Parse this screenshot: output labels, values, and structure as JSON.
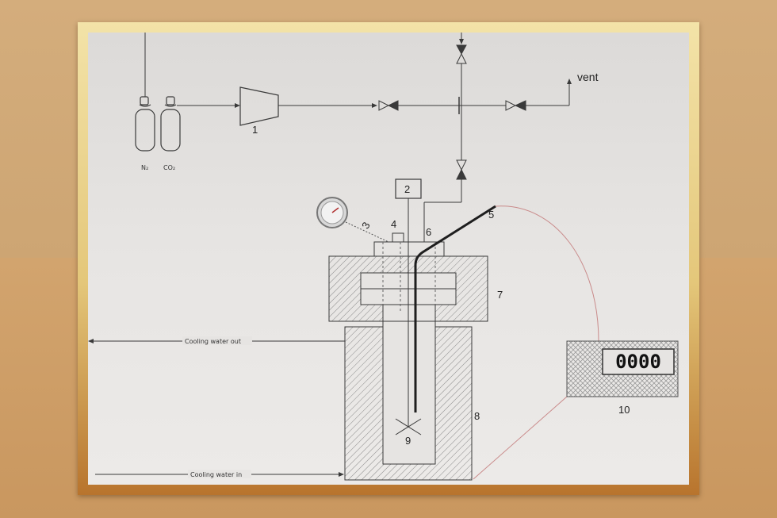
{
  "labels": {
    "n2": "N₂",
    "co2": "CO₂",
    "vent": "vent",
    "cooling_out": "Cooling water out",
    "cooling_in": "Cooling water in",
    "display": "0000",
    "num1": "1",
    "num2": "2",
    "num3": "3",
    "num4": "4",
    "num5": "5",
    "num6": "6",
    "num7": "7",
    "num8": "8",
    "num9": "9",
    "num10": "10"
  },
  "colors": {
    "line": "#3a3a3a",
    "probe": "#1e1e1e",
    "signal_wire": "#c98a8a",
    "board": "#e6e4e2",
    "frame_gold": "#e4c77a"
  }
}
